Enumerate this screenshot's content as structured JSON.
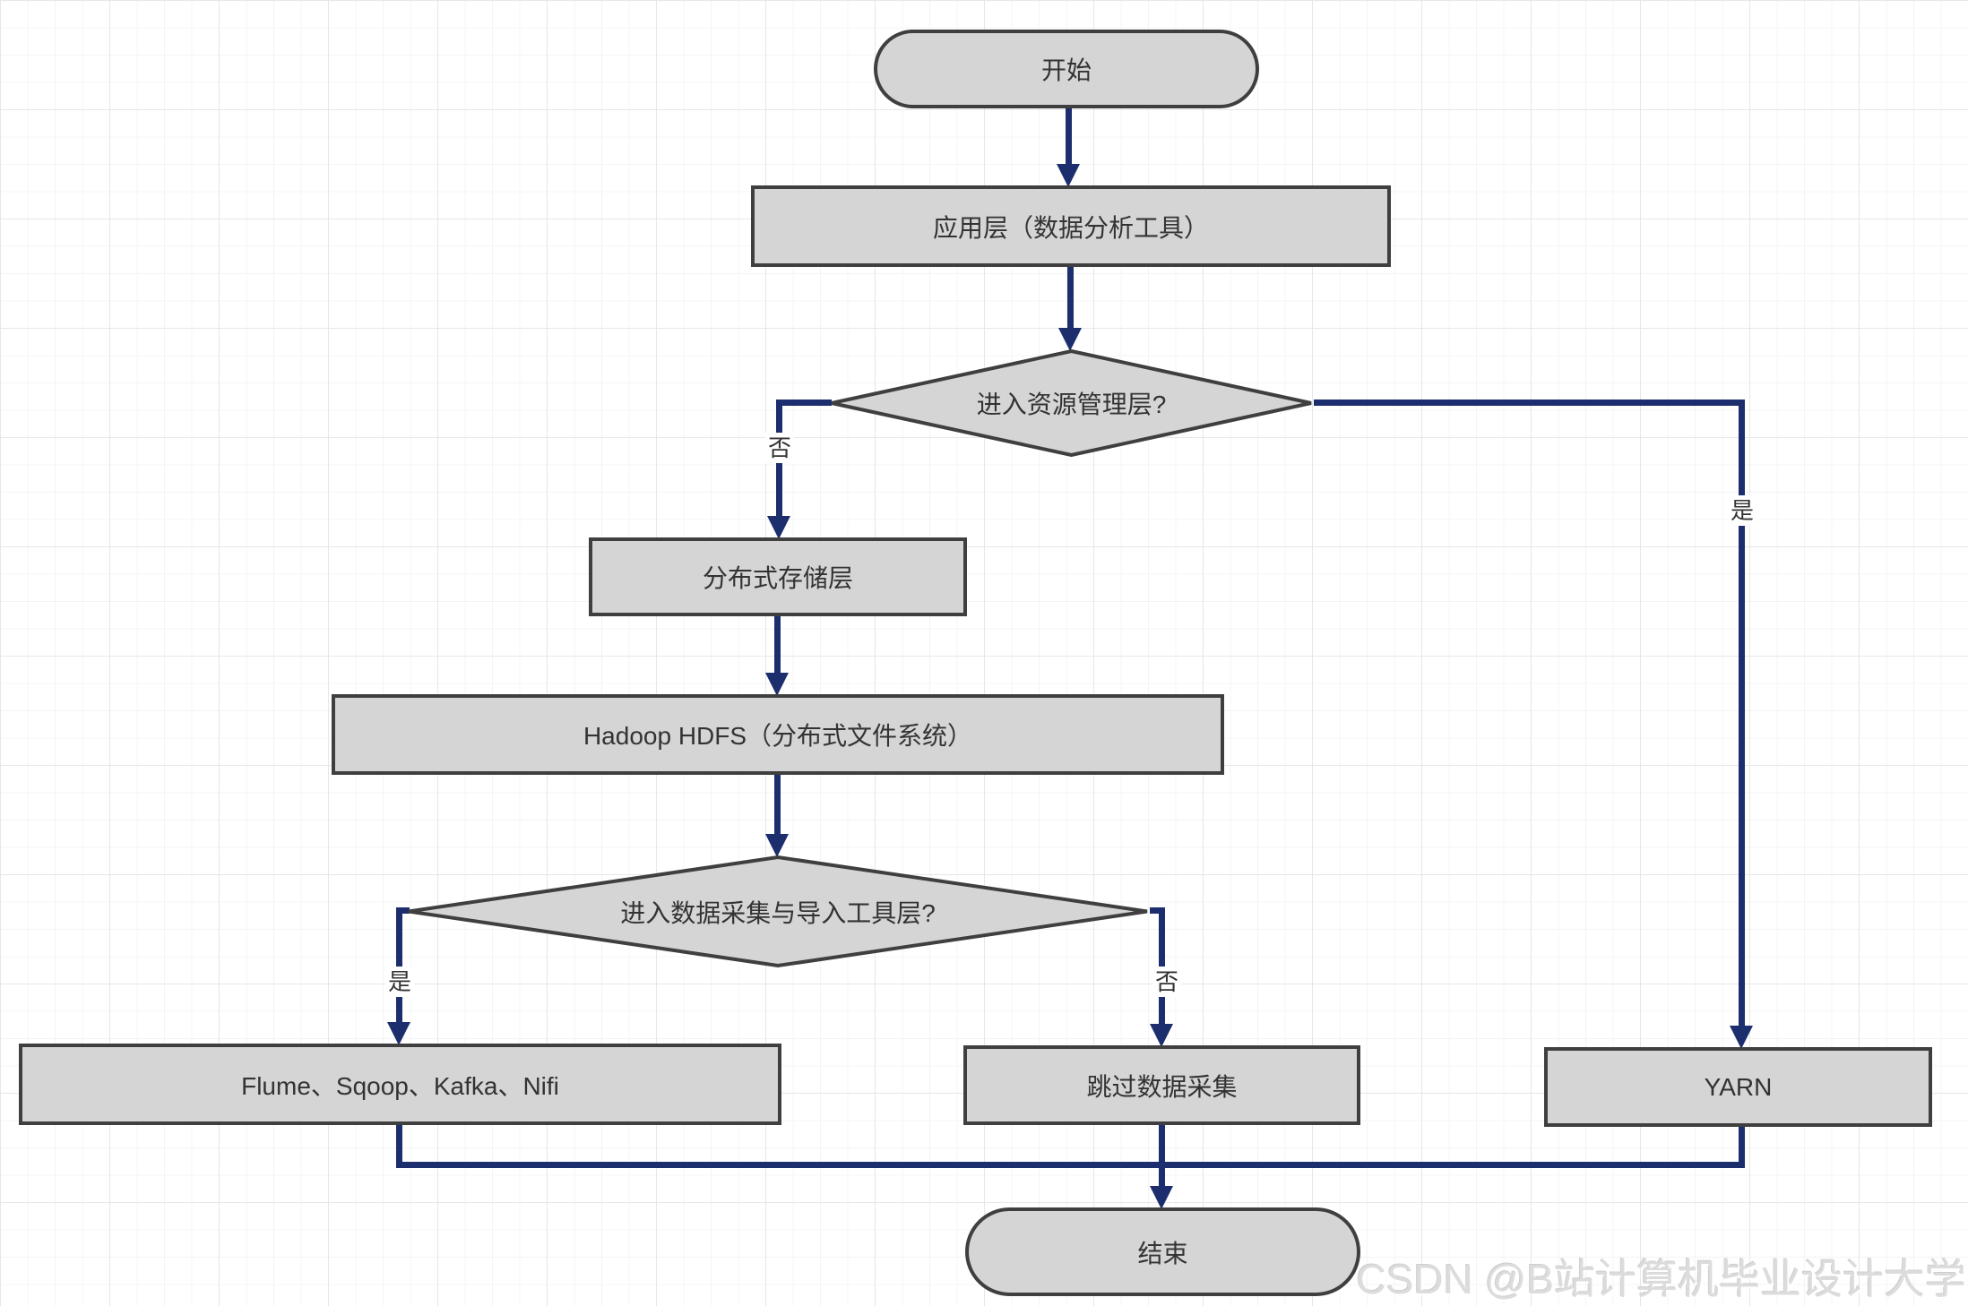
{
  "flowchart": {
    "nodes": {
      "start": {
        "label": "开始",
        "type": "terminator"
      },
      "app_layer": {
        "label": "应用层（数据分析工具）",
        "type": "process"
      },
      "decision_resource": {
        "label": "进入资源管理层?",
        "type": "decision"
      },
      "storage_layer": {
        "label": "分布式存储层",
        "type": "process"
      },
      "hdfs": {
        "label": "Hadoop HDFS（分布式文件系统）",
        "type": "process"
      },
      "decision_ingest": {
        "label": "进入数据采集与导入工具层?",
        "type": "decision"
      },
      "ingest_tools": {
        "label": "Flume、Sqoop、Kafka、Nifi",
        "type": "process"
      },
      "skip_ingest": {
        "label": "跳过数据采集",
        "type": "process"
      },
      "yarn": {
        "label": "YARN",
        "type": "process"
      },
      "end": {
        "label": "结束",
        "type": "terminator"
      }
    },
    "edges": [
      {
        "from": "start",
        "to": "app_layer",
        "label": ""
      },
      {
        "from": "app_layer",
        "to": "decision_resource",
        "label": ""
      },
      {
        "from": "decision_resource",
        "to": "storage_layer",
        "label": "否"
      },
      {
        "from": "decision_resource",
        "to": "yarn",
        "label": "是"
      },
      {
        "from": "storage_layer",
        "to": "hdfs",
        "label": ""
      },
      {
        "from": "hdfs",
        "to": "decision_ingest",
        "label": ""
      },
      {
        "from": "decision_ingest",
        "to": "ingest_tools",
        "label": "是"
      },
      {
        "from": "decision_ingest",
        "to": "skip_ingest",
        "label": "否"
      },
      {
        "from": "ingest_tools",
        "to": "end",
        "label": ""
      },
      {
        "from": "yarn",
        "to": "end",
        "label": ""
      },
      {
        "from": "skip_ingest",
        "to": "end",
        "label": ""
      }
    ],
    "colors": {
      "node_fill": "#d5d5d5",
      "node_border": "#3f3f3f",
      "edge": "#1c2e6d",
      "text": "#333333",
      "watermark": "#dcdcdc"
    }
  },
  "watermark": {
    "text": "CSDN @B站计算机毕业设计大学"
  }
}
